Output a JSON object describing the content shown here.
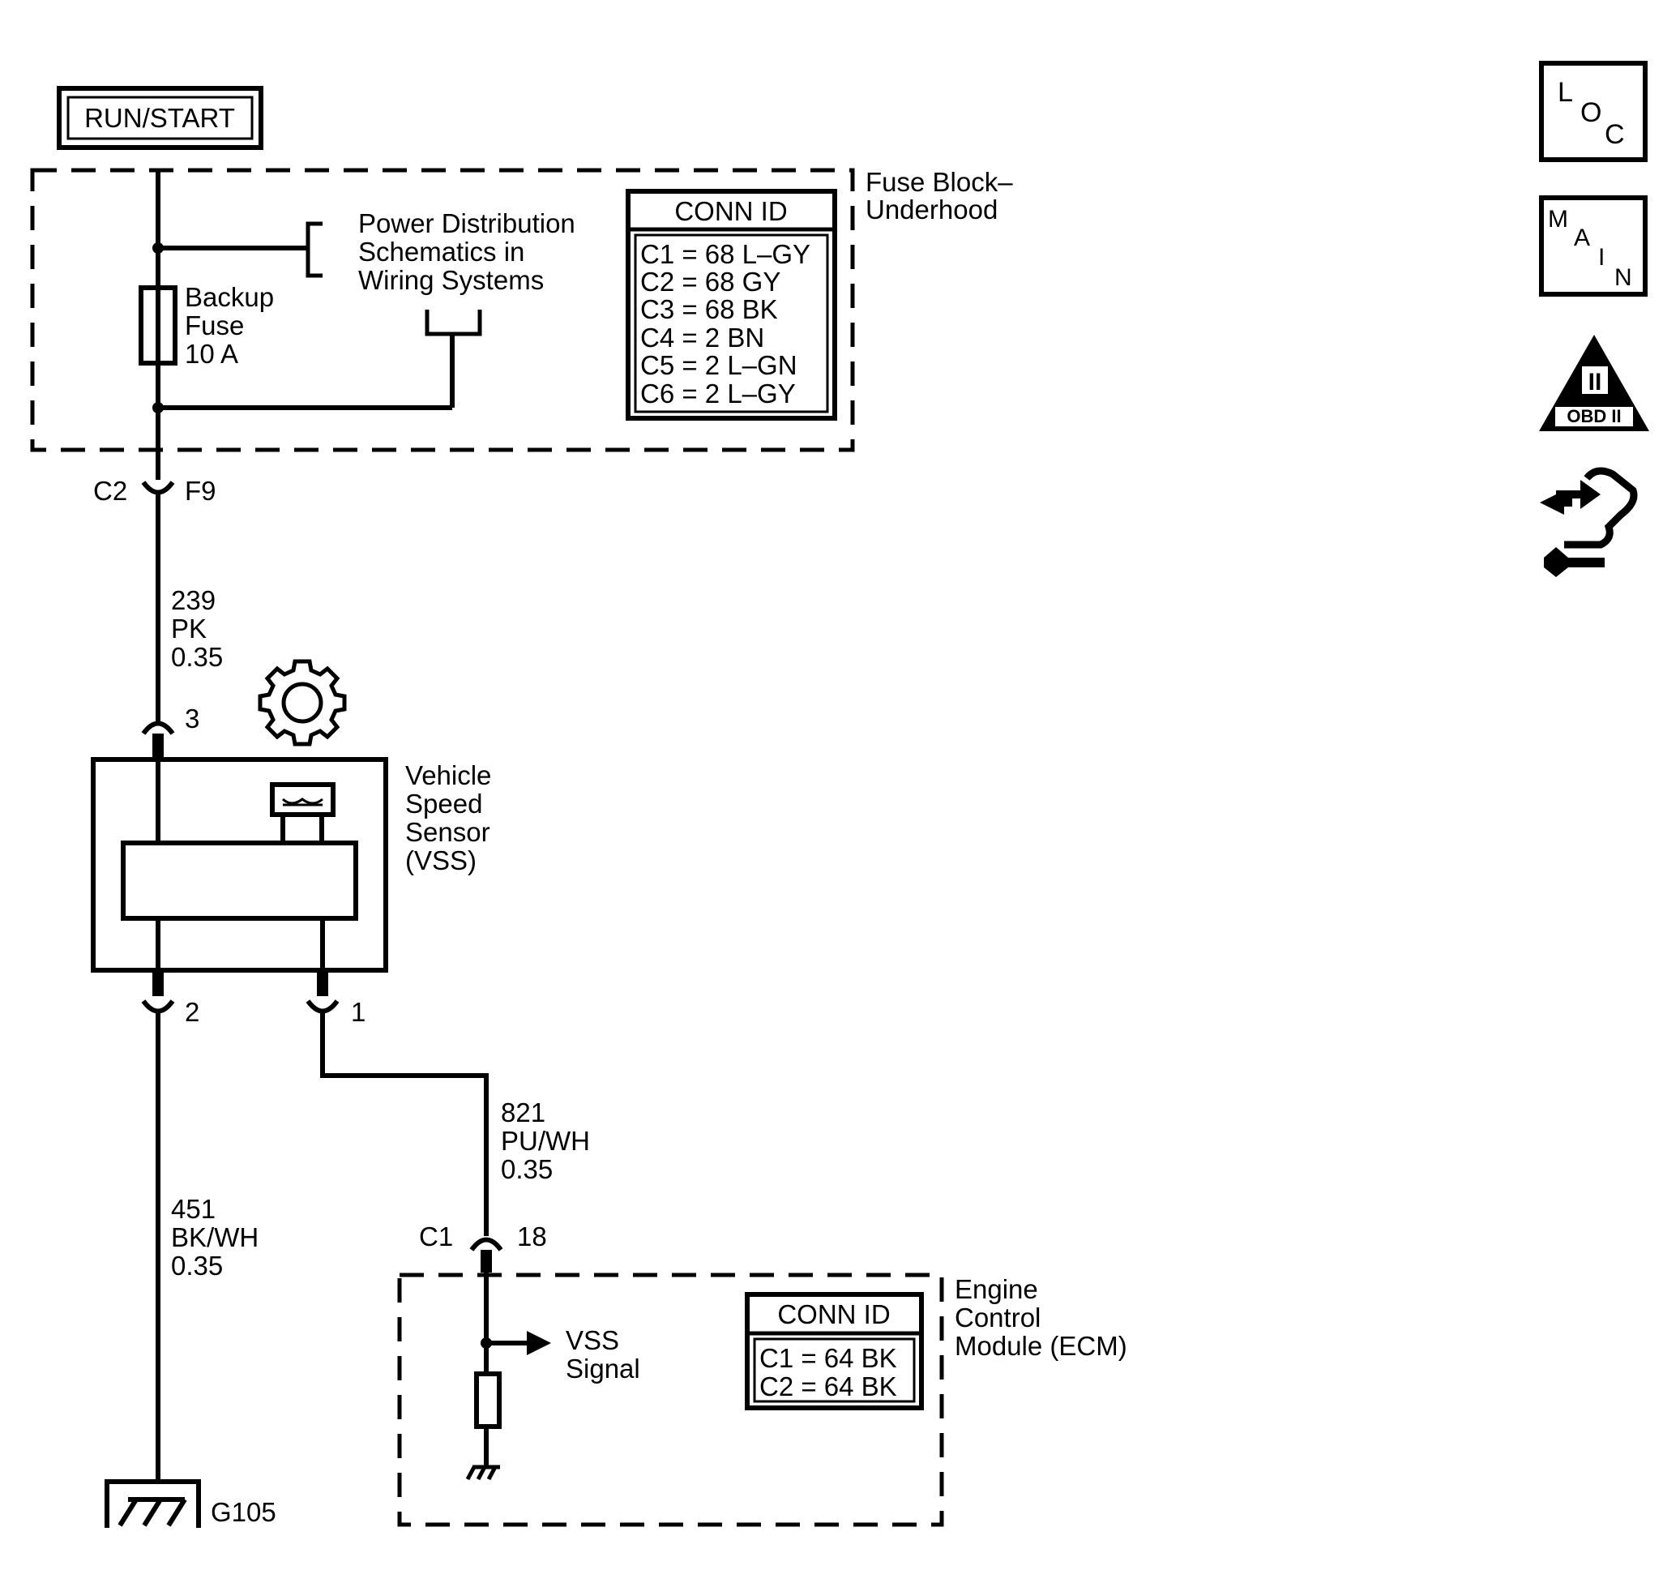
{
  "power_source": {
    "label": "RUN/START"
  },
  "fuse_block": {
    "title_line1": "Fuse Block–",
    "title_line2": "Underhood",
    "fuse_line1": "Backup",
    "fuse_line2": "Fuse",
    "fuse_line3": "10 A",
    "ref_line1": "Power Distribution",
    "ref_line2": "Schematics in",
    "ref_line3": "Wiring Systems",
    "conn_id": {
      "header": "CONN ID",
      "rows": [
        "C1 = 68 L–GY",
        "C2 = 68 GY",
        "C3 = 68 BK",
        "C4 = 2 BN",
        "C5 = 2 L–GN",
        "C6 = 2 L–GY"
      ]
    },
    "out_connector": "C2",
    "out_pin": "F9"
  },
  "wire_239": {
    "circuit": "239",
    "color": "PK",
    "gauge": "0.35"
  },
  "vss": {
    "pin_top": "3",
    "pin_left": "2",
    "pin_right": "1",
    "name_line1": "Vehicle",
    "name_line2": "Speed",
    "name_line3": "Sensor",
    "name_line4": "(VSS)"
  },
  "wire_821": {
    "circuit": "821",
    "color": "PU/WH",
    "gauge": "0.35"
  },
  "wire_451": {
    "circuit": "451",
    "color": "BK/WH",
    "gauge": "0.35"
  },
  "ground": {
    "label": "G105"
  },
  "ecm": {
    "in_connector": "C1",
    "in_pin": "18",
    "signal_line1": "VSS",
    "signal_line2": "Signal",
    "title_line1": "Engine",
    "title_line2": "Control",
    "title_line3": "Module (ECM)",
    "conn_id": {
      "header": "CONN ID",
      "rows": [
        "C1 = 64 BK",
        "C2 = 64 BK"
      ]
    }
  },
  "side_icons": {
    "loc": {
      "l": "L",
      "o": "O",
      "c": "C"
    },
    "main": {
      "m": "M",
      "a": "A",
      "i": "I",
      "n": "N"
    },
    "obd": {
      "roman": "II",
      "label": "OBD II"
    },
    "icon_names": [
      "loc-icon",
      "main-icon",
      "obd-ii-icon",
      "service-hand-icon"
    ]
  }
}
